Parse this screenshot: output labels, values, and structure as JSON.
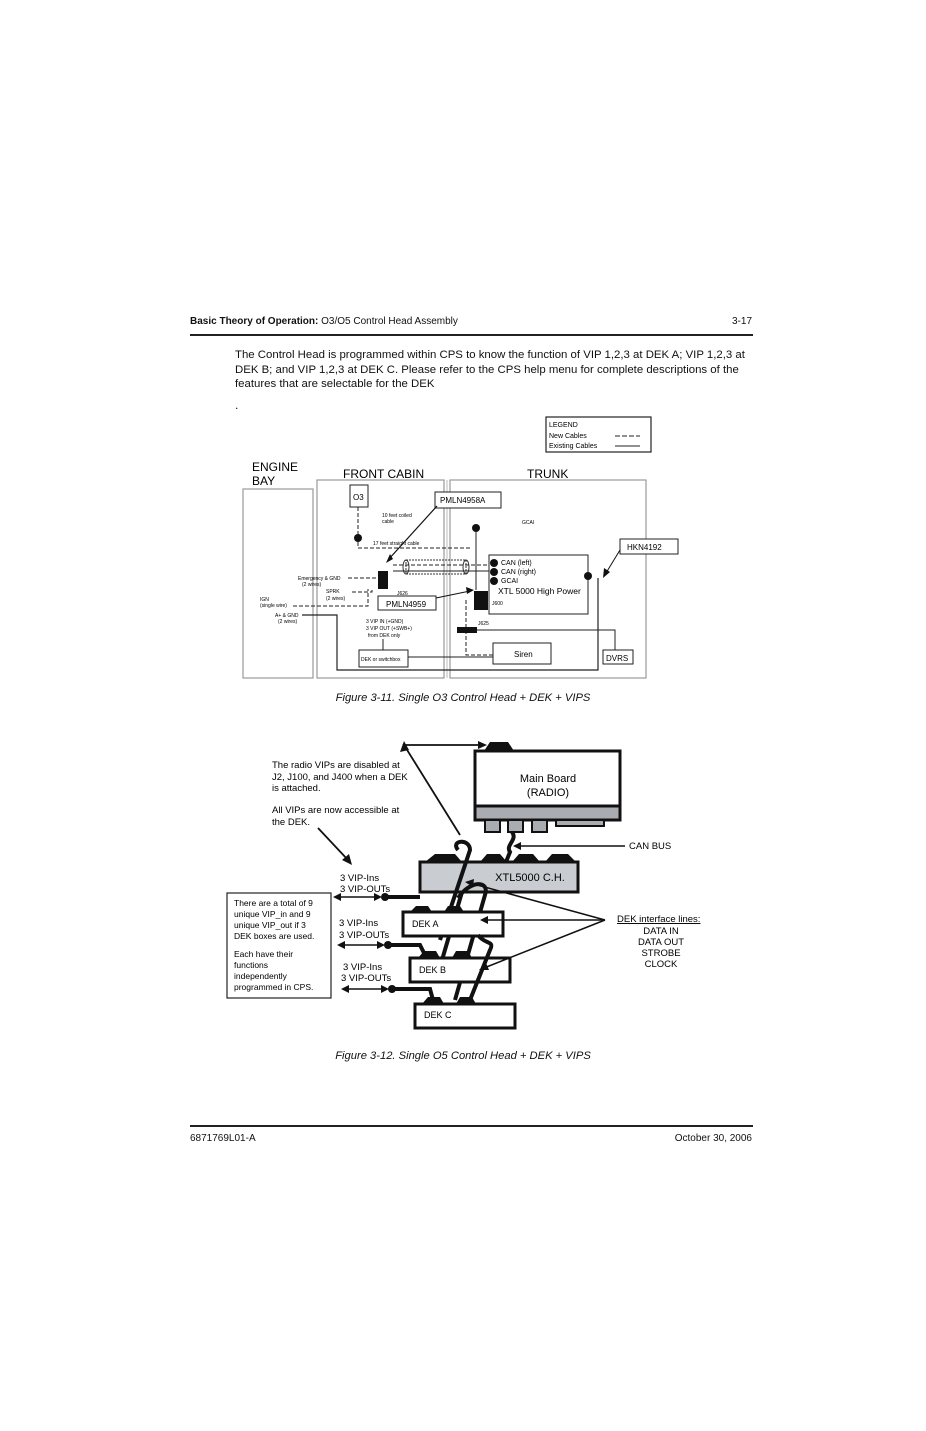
{
  "header": {
    "section_bold": "Basic Theory of Operation:",
    "section_rest": " O3/O5 Control Head Assembly",
    "page_number": "3-17"
  },
  "body": {
    "paragraph": "The Control Head is programmed within CPS to know the function of VIP 1,2,3 at DEK A; VIP 1,2,3 at DEK B; and VIP 1,2,3 at DEK C. Please refer to the CPS help menu for complete descriptions of the features that are selectable for the DEK",
    "stray_period": "."
  },
  "figure1": {
    "caption": "Figure 3-11.  Single O3 Control Head + DEK + VIPS",
    "legend": {
      "title": "LEGEND",
      "new_cables": "New Cables",
      "existing_cables": "Existing Cables"
    },
    "zones": {
      "engine_bay_line1": "ENGINE",
      "engine_bay_line2": "BAY",
      "front_cabin": "FRONT CABIN",
      "trunk": "TRUNK"
    },
    "labels": {
      "o3": "O3",
      "pmln4958a": "PMLN4958A",
      "pmln4959": "PMLN4959",
      "hkn4192": "HKN4192",
      "coiled_cable_1": "10 feet coiled",
      "coiled_cable_2": "cable",
      "straight_cable": "17 feet straight cable",
      "gcai_top": "GCAI",
      "can_left": "CAN (left)",
      "can_right": "CAN (right)",
      "gcai": "GCAI",
      "xtl5000": "XTL 5000 High Power",
      "j600": "J600",
      "j626": "J626",
      "j625": "J625",
      "emergency_1": "Emergency & GND",
      "emergency_2": "(2 wires)",
      "sprk_1": "SPRK",
      "sprk_2": "(2 wires)",
      "ign_1": "IGN",
      "ign_2": "(single wire)",
      "apos_1": "A+ & GND",
      "apos_2": "(2 wires)",
      "vip_1": "3 VIP IN (+GND)",
      "vip_2": "3 VIP OUT (+SWB+)",
      "vip_3": "from DEK only",
      "dek_switchbox": "DEK or switchbox",
      "siren": "Siren",
      "dvrs": "DVRS"
    }
  },
  "figure2": {
    "caption": "Figure 3-12.  Single O5 Control Head + DEK + VIPS",
    "note_disabled_1": "The radio VIPs are disabled at",
    "note_disabled_2": "J2, J100, and J400 when a DEK",
    "note_disabled_3": "is attached.",
    "note_access_1": "All VIPs are now accessible at",
    "note_access_2": "the DEK.",
    "main_board_1": "Main Board",
    "main_board_2": "(RADIO)",
    "can_bus": "CAN BUS",
    "xtl_ch": "XTL5000 C.H.",
    "dek_a": "DEK A",
    "dek_b": "DEK B",
    "dek_c": "DEK C",
    "vip_ins": "3 VIP-Ins",
    "vip_outs": "3 VIP-OUTs",
    "total_note": [
      "There are a total of 9",
      "unique VIP_in and 9",
      "unique VIP_out if 3",
      "DEK boxes are used."
    ],
    "each_note": [
      "Each have their",
      "functions",
      "independently",
      "programmed in CPS."
    ],
    "interface_title": "DEK interface lines:",
    "interface_lines": [
      "DATA IN",
      "DATA OUT",
      "STROBE",
      "CLOCK"
    ]
  },
  "footer": {
    "doc_number": "6871769L01-A",
    "date": "October 30, 2006"
  }
}
